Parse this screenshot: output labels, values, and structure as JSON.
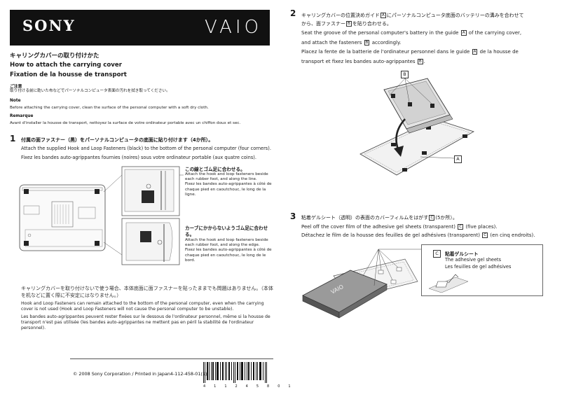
{
  "brand": {
    "left_logo": "SONY",
    "right_logo": "VAIO"
  },
  "titles": {
    "jp": "キャリングカバーの取り付けかた",
    "en": "How to attach the carrying cover",
    "fr": "Fixation de la housse de transport"
  },
  "caution": {
    "jp_heading": "ご注意",
    "jp_text": "取り付ける前に乾いた布などでパーソナルコンピュータ表面の汚れを拭き取ってください。",
    "en_heading": "Note",
    "en_text": "Before attaching the carrying cover, clean the surface of the personal computer with a soft dry cloth.",
    "fr_heading": "Remarque",
    "fr_text": "Avant d'installer la housse de transport, nettoyez la surface de votre ordinateur portable avec un chiffon doux et sec."
  },
  "step1": {
    "number": "1",
    "jp": "付属の面ファスナー（黒）をパーソナルコンピュータの底面に貼り付けます（4か所）。",
    "en": "Attach the supplied Hook and Loop Fasteners (black) to the bottom of the personal computer (four corners).",
    "fr": "Fixez les bandes auto-agrippantes fournies (noires) sous votre ordinateur portable (aux quatre coins).",
    "callout1": {
      "jp": "この線とゴム足に合わせる。",
      "en": "Attach the hook and loop fasteners beside each rubber foot, and along the line.",
      "fr": "Fixez les bandes auto-agrippantes à côté de chaque pied en caoutchouc, le long de la ligne."
    },
    "callout2": {
      "jp": "カーブにかからないようゴム足に合わせる。",
      "en": "Attach the hook and loop fasteners beside each rubber foot, and along the edge.",
      "fr": "Fixez les bandes auto-agrippantes à côté de chaque pied en caoutchouc, le long de le bord."
    },
    "note_jp": "キャリングカバーを取り付けないで使う場合、本体底面に面ファスナーを貼ったままでも問題はありません。（本体を机などに置く際に不安定にはなりません。）",
    "note_en": "Hook and Loop Fasteners can remain attached to the bottom of the personal computer, even when the carrying cover is not used (Hook and Loop Fasteners will not cause the personal computer to be unstable).",
    "note_fr": "Les bandes auto-agrippantes peuvent rester fixées sur le dessous de l'ordinateur personnel, même si la housse de transport n'est pas utilisée (les bandes auto-agrippantes  ne mettent pas en péril la stabilité de l'ordinateur personnel)."
  },
  "step2": {
    "number": "2",
    "jp1": "キャリングカバーの位置決めガイド",
    "jp2": "にパーソナルコンピュータ底面のバッテリーの溝みを合わせて",
    "jp3": "から、面ファスナー",
    "jp4": "を貼り合わせる。",
    "en1": "Seat the groove of the personal computer's battery in the guide",
    "en2": "of the carrying cover,",
    "en3": "and attach the fasteners",
    "en4": "accordingly.",
    "fr1": "Placez la fente de la batterie de l'ordinateur personnel dans le guide",
    "fr2": "de la housse de",
    "fr3": "transport et fixez les bandes auto-agrippantes",
    "tag_a": "A",
    "tag_b": "B"
  },
  "step3": {
    "number": "3",
    "jp": "粘着ゲルシート（透明）の表面のカバーフィルムをはがす",
    "jp_count": "(5か所）。",
    "en": "Peel off the cover film of the adhesive gel sheets (transparent)",
    "en_count": "(five places).",
    "fr": "Détachez le film de la housse des feuilles de gel adhésives (transparent)",
    "fr_count": "(en cinq endroits).",
    "tag_c": "C",
    "callout_jp": "粘着ゲルシート",
    "callout_en": "The adhesive gel sheets",
    "callout_fr": "Les feuilles de gel adhésives"
  },
  "footer": {
    "copyright": "© 2008 Sony Corporation / Printed in Japan",
    "part_number": "4-112-458-01(1)",
    "barcode_digits": "4 1 1 2 4 5 8 0 1"
  }
}
